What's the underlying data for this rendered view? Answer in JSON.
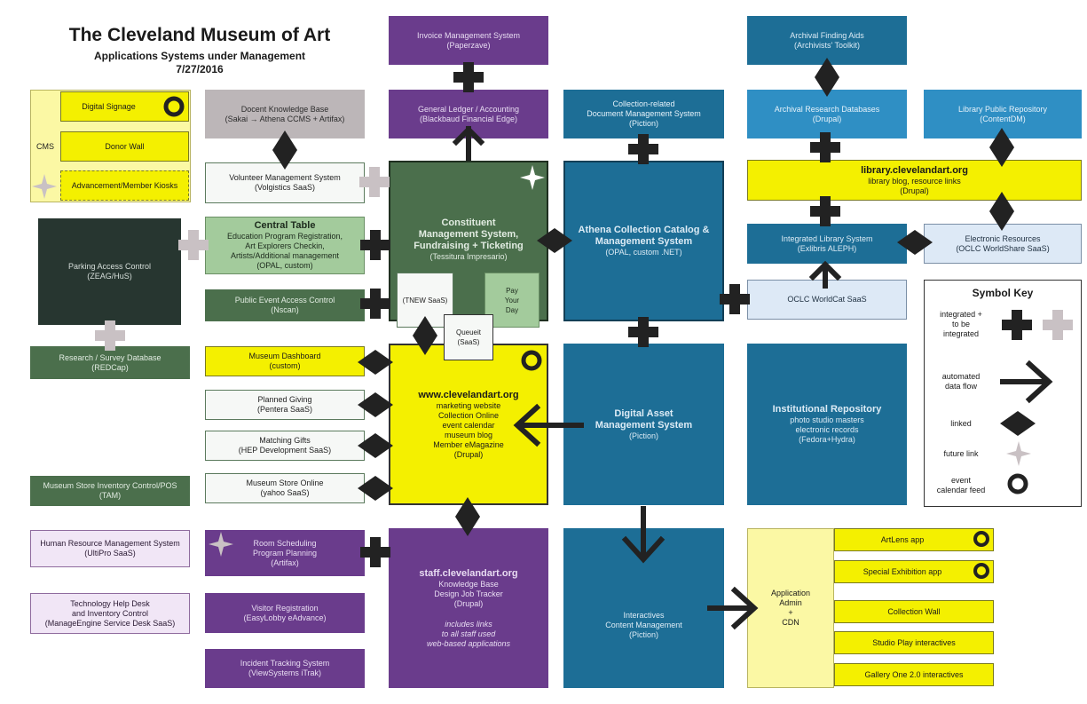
{
  "header": {
    "title": "The Cleveland Museum of Art",
    "subtitle": "Applications Systems under Management",
    "date": "7/27/2016"
  },
  "cms": {
    "label": "CMS",
    "digital_signage": "Digital Signage",
    "donor_wall": "Donor Wall",
    "kiosks": "Advancement/Member Kiosks"
  },
  "left": {
    "docent_l1": "Docent Knowledge Base",
    "docent_l2": "(Sakai → Athena CCMS + Artifax)",
    "volunteer_l1": "Volunteer Management System",
    "volunteer_l2": "(Volgistics SaaS)",
    "central_title": "Central Table",
    "central_l1": "Education Program Registration,",
    "central_l2": "Art Explorers Checkin,",
    "central_l3": "Artists/Additional management",
    "central_l4": "(OPAL, custom)",
    "public_event_l1": "Public Event Access Control",
    "public_event_l2": "(Nscan)",
    "parking_l1": "Parking Access Control",
    "parking_l2": "(ZEAG/HuS)",
    "research_l1": "Research / Survey Database",
    "research_l2": "(REDCap)",
    "dashboard_l1": "Museum Dashboard",
    "dashboard_l2": "(custom)",
    "planned_l1": "Planned Giving",
    "planned_l2": "(Pentera SaaS)",
    "matching_l1": "Matching Gifts",
    "matching_l2": "(HEP Development SaaS)",
    "store_online_l1": "Museum Store Online",
    "store_online_l2": "(yahoo SaaS)",
    "store_inv_l1": "Museum Store Inventory Control/POS",
    "store_inv_l2": "(TAM)",
    "hr_l1": "Human Resource Management System",
    "hr_l2": "(UltiPro SaaS)",
    "helpdesk_l1": "Technology Help Desk",
    "helpdesk_l2": "and Inventory Control",
    "helpdesk_l3": "(ManageEngine Service Desk SaaS)",
    "room_l1": "Room Scheduling",
    "room_l2": "Program Planning",
    "room_l3": "(Artifax)",
    "visitor_l1": "Visitor Registration",
    "visitor_l2": "(EasyLobby eAdvance)",
    "incident_l1": "Incident Tracking System",
    "incident_l2": "(ViewSystems iTrak)"
  },
  "center": {
    "invoice_l1": "Invoice Management System",
    "invoice_l2": "(Paperzave)",
    "gl_l1": "General Ledger / Accounting",
    "gl_l2": "(Blackbaud Financial Edge)",
    "crm_l1": "Constituent",
    "crm_l2": "Management System,",
    "crm_l3": "Fundraising + Ticketing",
    "crm_l4": "(Tessitura Impresario)",
    "tnew": "(TNEW SaaS)",
    "payday_l1": "Pay",
    "payday_l2": "Your",
    "payday_l3": "Day",
    "queueit_l1": "Queueit",
    "queueit_l2": "(SaaS)",
    "web_title": "www.clevelandart.org",
    "web_l1": "marketing website",
    "web_l2": "Collection Online",
    "web_l3": "event calendar",
    "web_l4": "museum blog",
    "web_l5": "Member eMagazine",
    "web_l6": "(Drupal)",
    "staff_title": "staff.clevelandart.org",
    "staff_l1": "Knowledge Base",
    "staff_l2": "Design Job Tracker",
    "staff_l3": "(Drupal)",
    "staff_l4": "includes links",
    "staff_l5": "to all staff used",
    "staff_l6": "web-based applications"
  },
  "right": {
    "coll_doc_l1": "Collection-related",
    "coll_doc_l2": "Document Management System",
    "coll_doc_l3": "(Piction)",
    "athena_l1": "Athena Collection Catalog &",
    "athena_l2": "Management System",
    "athena_l3": "(OPAL, custom .NET)",
    "dam_l1": "Digital Asset",
    "dam_l2": "Management System",
    "dam_l3": "(Piction)",
    "interactives_l1": "Interactives",
    "interactives_l2": "Content Management",
    "interactives_l3": "(Piction)",
    "archival_find_l1": "Archival Finding Aids",
    "archival_find_l2": "(Archivists' Toolkit)",
    "archival_db_l1": "Archival Research Databases",
    "archival_db_l2": "(Drupal)",
    "library_repo_l1": "Library Public Repository",
    "library_repo_l2": "(ContentDM)",
    "library_title": "library.clevelandart.org",
    "library_l1": "library blog, resource links",
    "library_l2": "(Drupal)",
    "ils_l1": "Integrated Library System",
    "ils_l2": "(Exlibris ALEPH)",
    "eresources_l1": "Electronic Resources",
    "eresources_l2": "(OCLC WorldShare SaaS)",
    "worldcat": "OCLC WorldCat SaaS",
    "inst_repo_title": "Institutional Repository",
    "inst_repo_l1": "photo studio masters",
    "inst_repo_l2": "electronic records",
    "inst_repo_l3": "(Fedora+Hydra)",
    "app_admin_l1": "Application",
    "app_admin_l2": "Admin",
    "app_admin_l3": "+",
    "app_admin_l4": "CDN",
    "artlens": "ArtLens app",
    "special_exhibition": "Special Exhibition app",
    "collection_wall": "Collection Wall",
    "studio_play": "Studio Play interactives",
    "gallery_one": "Gallery One 2.0 interactives"
  },
  "key": {
    "title": "Symbol Key",
    "integrated_l1": "integrated +",
    "integrated_l2": "to be",
    "integrated_l3": "integrated",
    "automated_l1": "automated",
    "automated_l2": "data flow",
    "linked": "linked",
    "future": "future link",
    "event_l1": "event",
    "event_l2": "calendar feed"
  }
}
